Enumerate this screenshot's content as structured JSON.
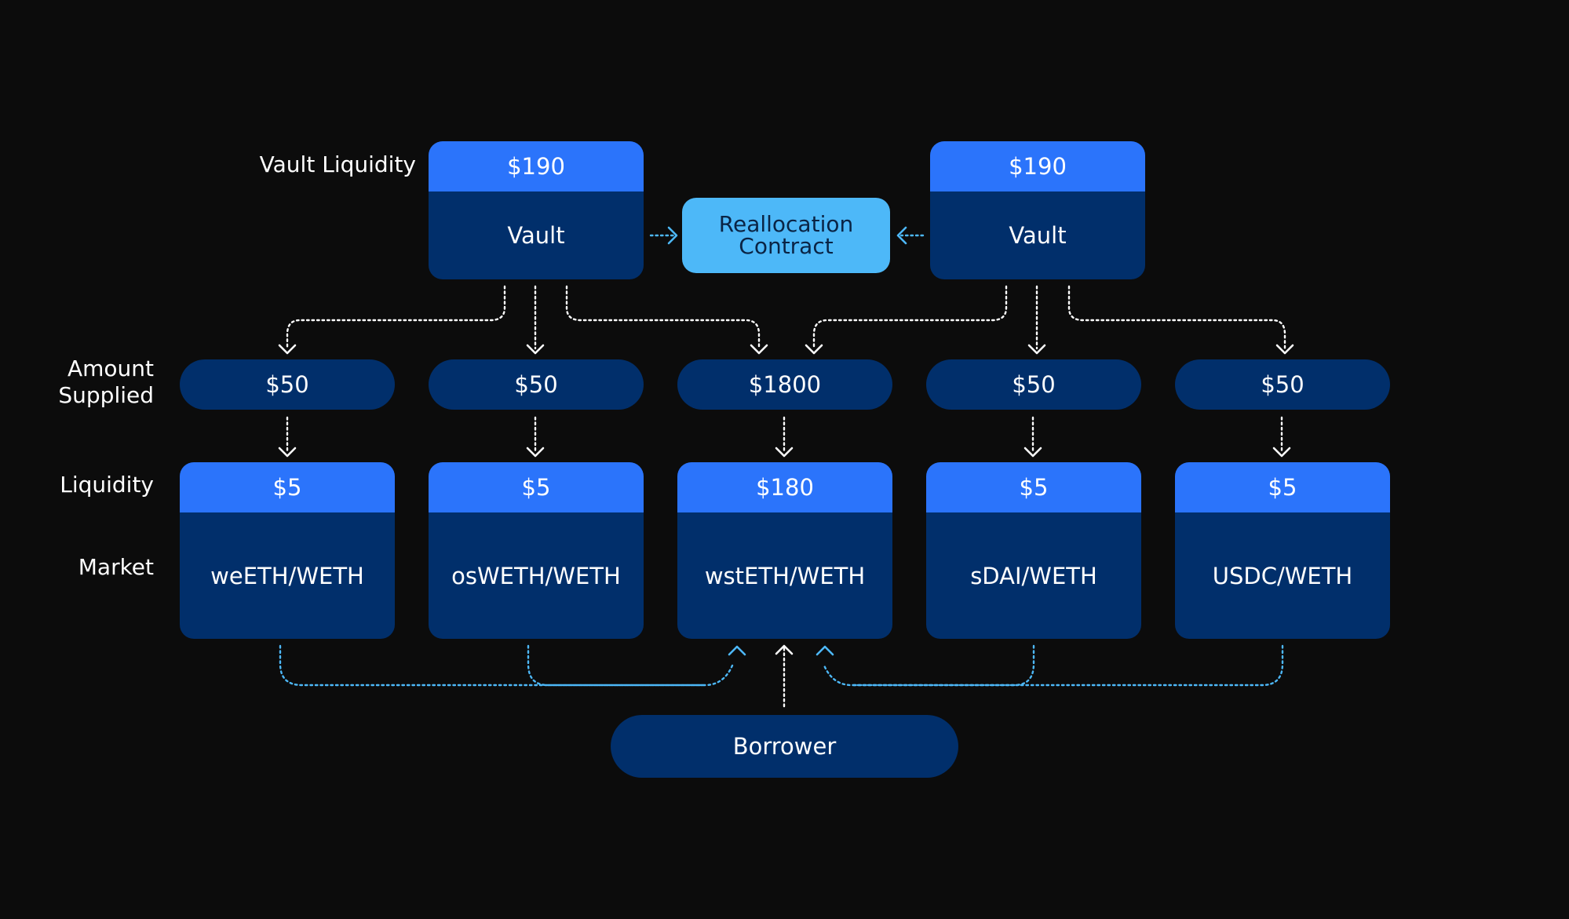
{
  "row_labels": {
    "vault_liquidity": "Vault Liquidity",
    "amount_supplied_line1": "Amount",
    "amount_supplied_line2": "Supplied",
    "liquidity": "Liquidity",
    "market": "Market"
  },
  "vaults": [
    {
      "liquidity": "$190",
      "label": "Vault"
    },
    {
      "liquidity": "$190",
      "label": "Vault"
    }
  ],
  "reallocation_contract": {
    "line1": "Reallocation",
    "line2": "Contract"
  },
  "amounts_supplied": [
    "$50",
    "$50",
    "$1800",
    "$50",
    "$50"
  ],
  "markets": [
    {
      "liquidity": "$5",
      "name": "weETH/WETH"
    },
    {
      "liquidity": "$5",
      "name": "osWETH/WETH"
    },
    {
      "liquidity": "$180",
      "name": "wstETH/WETH"
    },
    {
      "liquidity": "$5",
      "name": "sDAI/WETH"
    },
    {
      "liquidity": "$5",
      "name": "USDC/WETH"
    }
  ],
  "borrower": "Borrower",
  "colors": {
    "background": "#0c0c0c",
    "box_dark": "#012f6b",
    "box_header": "#2b74fb",
    "reallocation": "#4db8f8",
    "flow_line_white": "#ffffff",
    "flow_line_blue": "#4db8f8"
  }
}
